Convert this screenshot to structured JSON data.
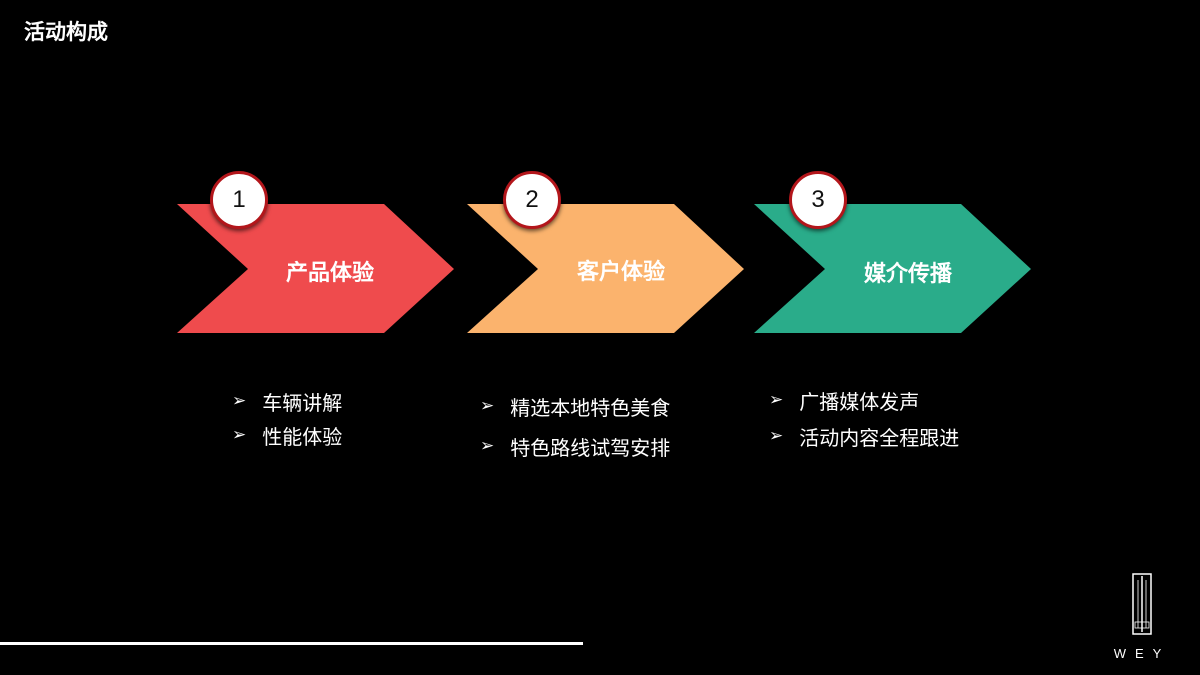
{
  "slide": {
    "title": "活动构成"
  },
  "steps": [
    {
      "number": "1",
      "label": "产品体验",
      "color": "#ef4b4d",
      "bullets": [
        "车辆讲解",
        "性能体验"
      ]
    },
    {
      "number": "2",
      "label": "客户体验",
      "color": "#fbb36d",
      "bullets": [
        "精选本地特色美食",
        "特色路线试驾安排"
      ]
    },
    {
      "number": "3",
      "label": "媒介传播",
      "color": "#2aac8a",
      "bullets": [
        "广播媒体发声",
        "活动内容全程跟进"
      ]
    }
  ],
  "bullet_marker": "➢",
  "logo": {
    "text": "WEY"
  }
}
